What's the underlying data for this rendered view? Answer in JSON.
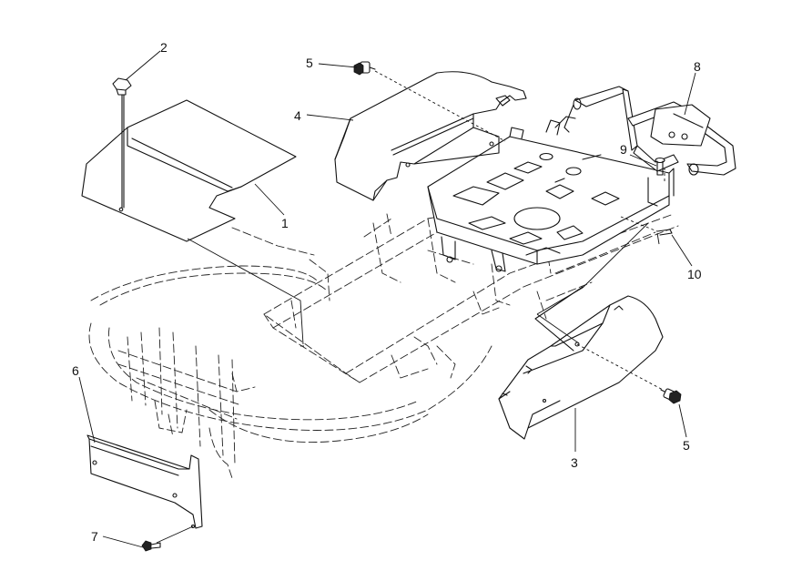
{
  "callouts": [
    {
      "label": "1"
    },
    {
      "label": "2"
    },
    {
      "label": "3"
    },
    {
      "label": "4"
    },
    {
      "label": "5"
    },
    {
      "label": "5"
    },
    {
      "label": "6"
    },
    {
      "label": "7"
    },
    {
      "label": "8"
    },
    {
      "label": "9"
    },
    {
      "label": "10"
    }
  ]
}
